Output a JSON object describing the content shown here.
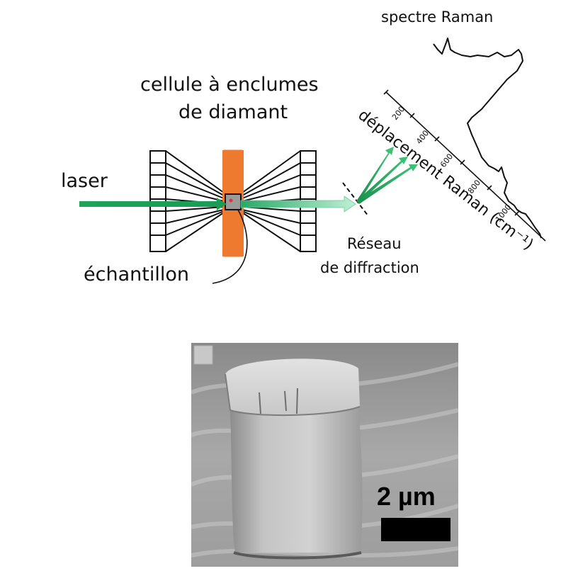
{
  "labels": {
    "spectrum": "spectre Raman",
    "cell_line1": "cellule à enclumes",
    "cell_line2": "de diamant",
    "laser": "laser",
    "sample": "échantillon",
    "grating_line1": "Réseau",
    "grating_line2": "de diffraction",
    "axis": "déplacement Raman (cm⁻¹)"
  },
  "axis_ticks": [
    "200",
    "400",
    "600",
    "800",
    "1000"
  ],
  "micrograph": {
    "scale_label": "2 µm"
  },
  "colors": {
    "laser": "#1fa25a",
    "gasket": "#ee7a30",
    "sample": "#9a9a9a",
    "dot": "#e0322f"
  }
}
